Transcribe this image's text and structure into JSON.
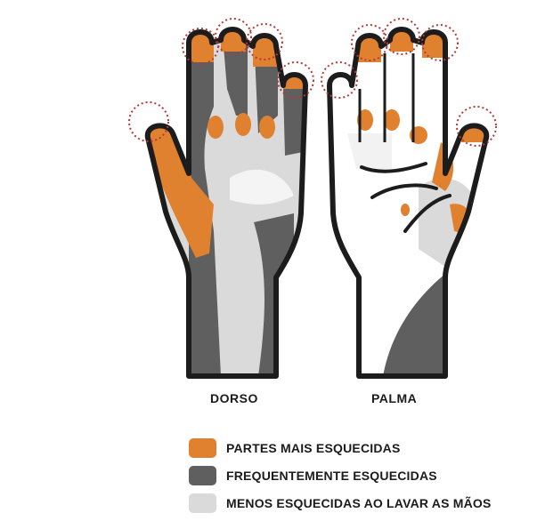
{
  "labels": {
    "dorso": "DORSO",
    "palma": "PALMA"
  },
  "legend": [
    {
      "key": "most_forgotten",
      "label": "PARTES MAIS ESQUECIDAS",
      "color": "#e0812f"
    },
    {
      "key": "frequently_forgotten",
      "label": "FREQUENTEMENTE ESQUECIDAS",
      "color": "#5f5f5f"
    },
    {
      "key": "least_forgotten",
      "label": "MENOS ESQUECIDAS AO LAVAR AS MÃOS",
      "color": "#dadada"
    }
  ],
  "colors": {
    "outline": "#1c1c1c",
    "background": "#ffffff",
    "fingertip_marker": "#b33a3a"
  }
}
